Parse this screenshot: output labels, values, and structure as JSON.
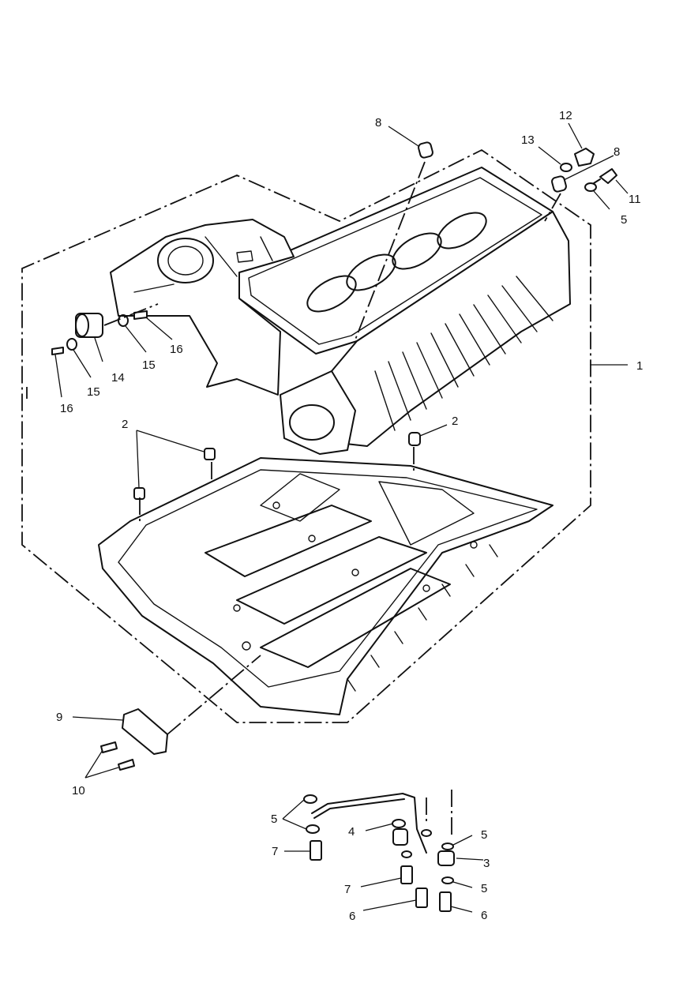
{
  "callouts": [
    {
      "id": "c1",
      "label": "1"
    },
    {
      "id": "c2a",
      "label": "2"
    },
    {
      "id": "c2b",
      "label": "2"
    },
    {
      "id": "c3",
      "label": "3"
    },
    {
      "id": "c4",
      "label": "4"
    },
    {
      "id": "c5a",
      "label": "5"
    },
    {
      "id": "c5b",
      "label": "5"
    },
    {
      "id": "c5c",
      "label": "5"
    },
    {
      "id": "c5d",
      "label": "5"
    },
    {
      "id": "c6a",
      "label": "6"
    },
    {
      "id": "c6b",
      "label": "6"
    },
    {
      "id": "c7a",
      "label": "7"
    },
    {
      "id": "c7b",
      "label": "7"
    },
    {
      "id": "c8a",
      "label": "8"
    },
    {
      "id": "c8b",
      "label": "8"
    },
    {
      "id": "c9",
      "label": "9"
    },
    {
      "id": "c10",
      "label": "10"
    },
    {
      "id": "c11",
      "label": "11"
    },
    {
      "id": "c12",
      "label": "12"
    },
    {
      "id": "c13",
      "label": "13"
    },
    {
      "id": "c14",
      "label": "14"
    },
    {
      "id": "c15a",
      "label": "15"
    },
    {
      "id": "c15b",
      "label": "15"
    },
    {
      "id": "c16a",
      "label": "16"
    },
    {
      "id": "c16b",
      "label": "16"
    }
  ]
}
